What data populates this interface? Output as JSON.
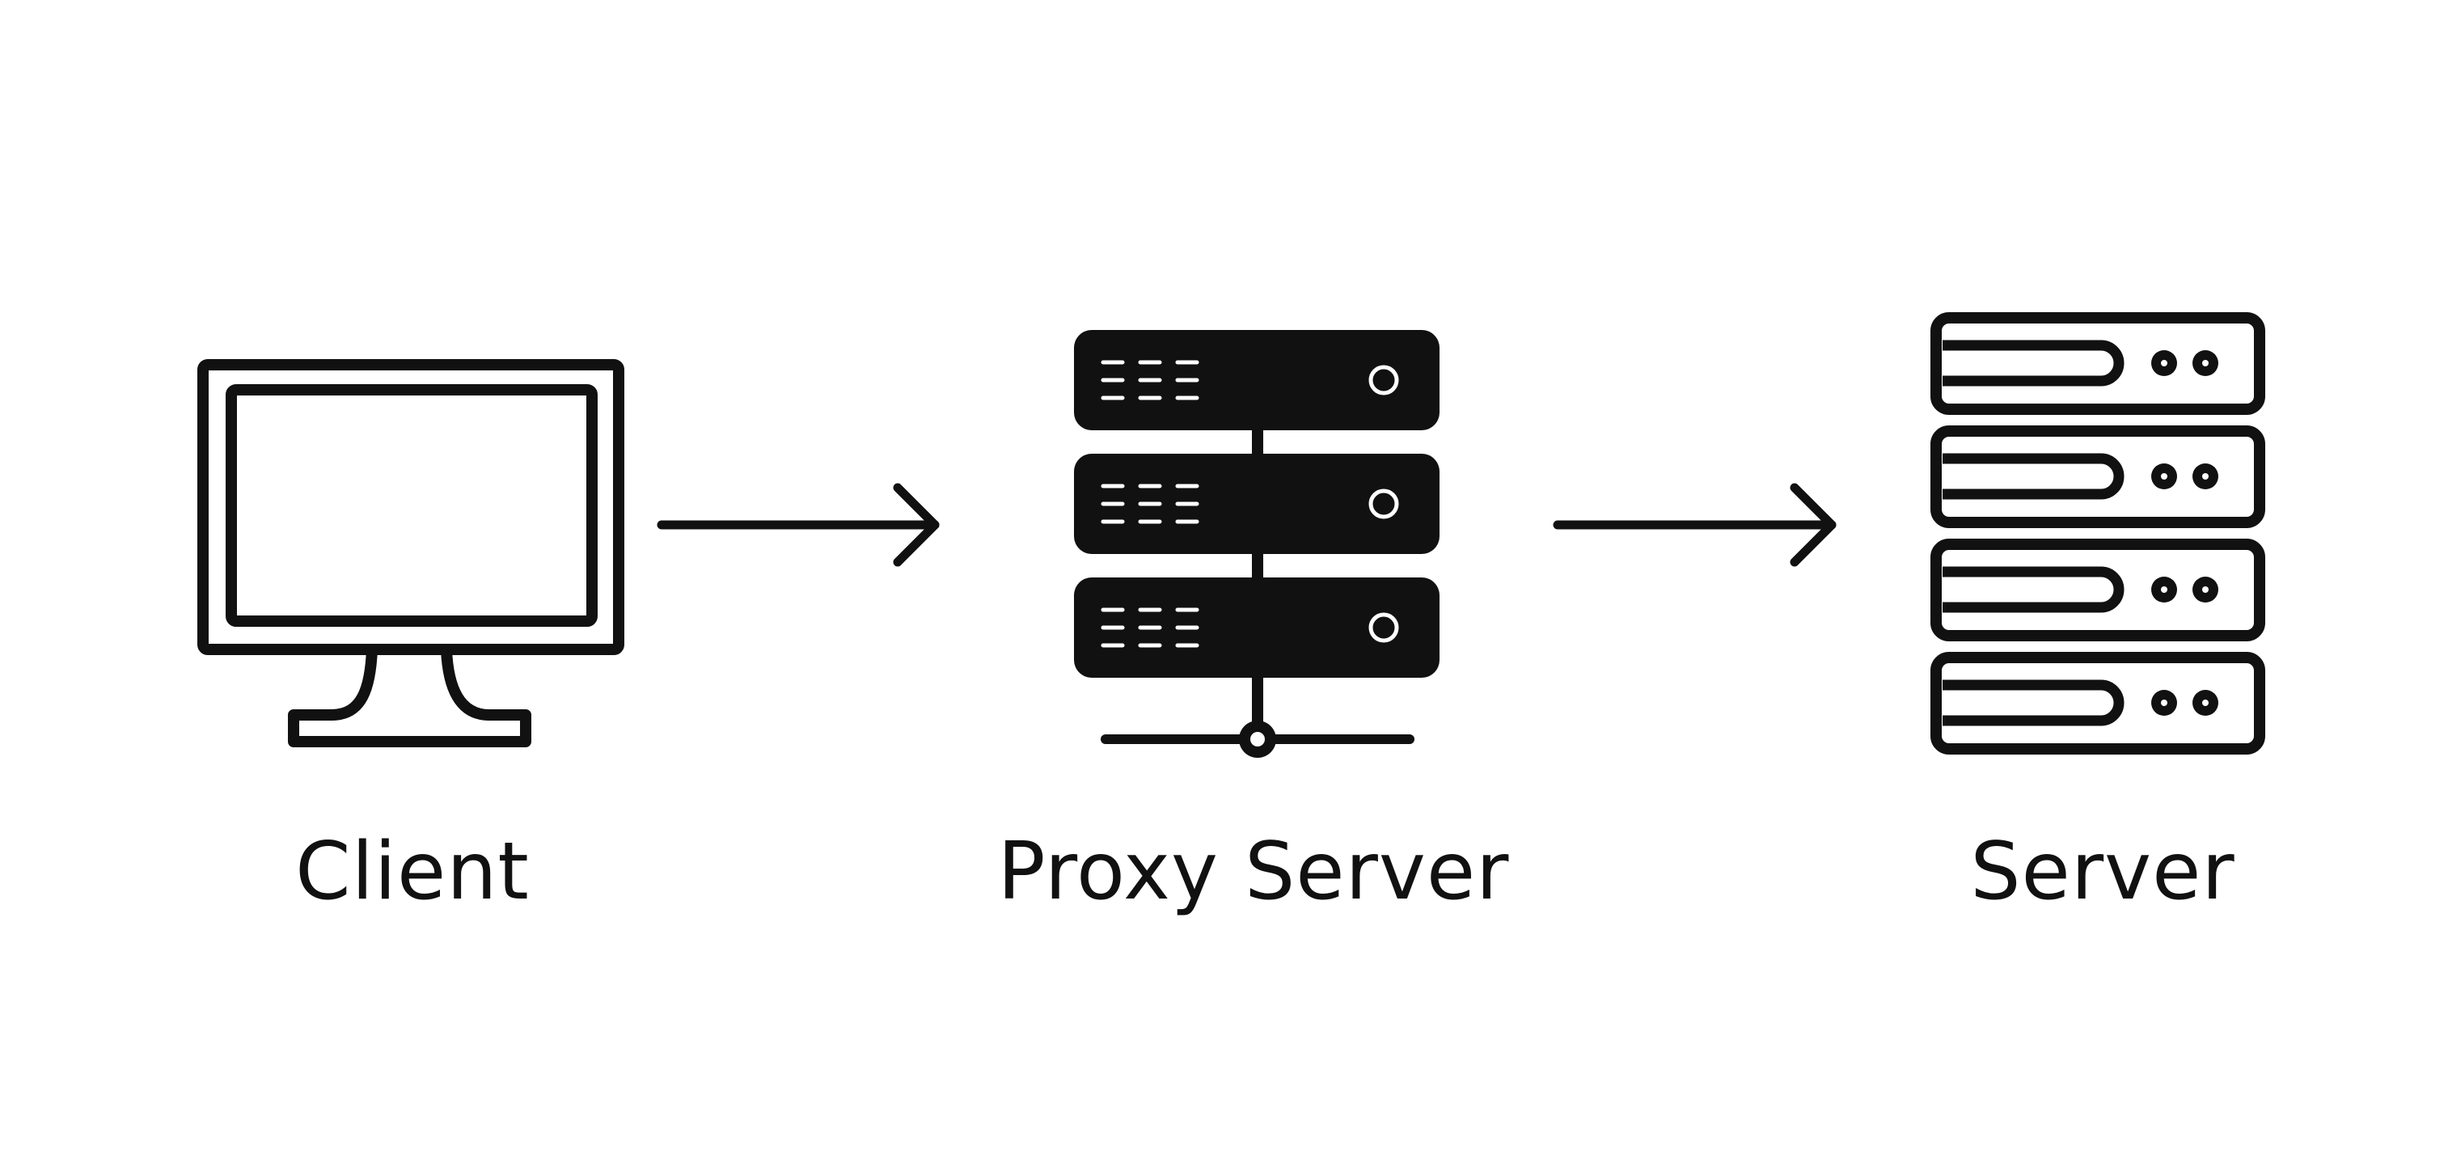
{
  "nodes": {
    "client": {
      "label": "Client",
      "icon": "monitor-icon"
    },
    "proxy_server": {
      "label": "Proxy Server",
      "icon": "server-rack-icon"
    },
    "server": {
      "label": "Server",
      "icon": "server-stack-icon"
    }
  },
  "edges": [
    {
      "from": "client",
      "to": "proxy_server",
      "icon": "arrow-right-icon"
    },
    {
      "from": "proxy_server",
      "to": "server",
      "icon": "arrow-right-icon"
    }
  ],
  "colors": {
    "foreground": "#111111",
    "background": "#ffffff"
  }
}
